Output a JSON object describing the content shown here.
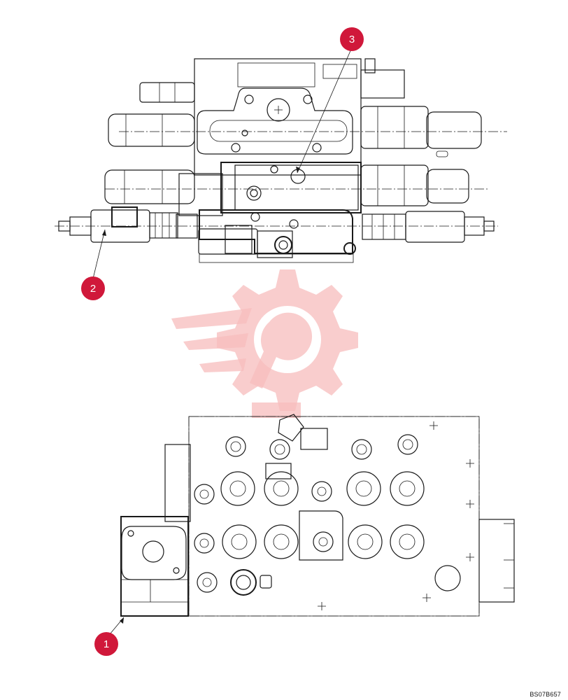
{
  "diagram": {
    "callouts": [
      {
        "id": "callout-1",
        "label": "1"
      },
      {
        "id": "callout-2",
        "label": "2"
      },
      {
        "id": "callout-3",
        "label": "3"
      }
    ],
    "reference_code": "BS07B657",
    "colors": {
      "callout_fill": "#d0183a",
      "line": "#1a1a1a",
      "watermark": "#f7bcbc"
    }
  }
}
